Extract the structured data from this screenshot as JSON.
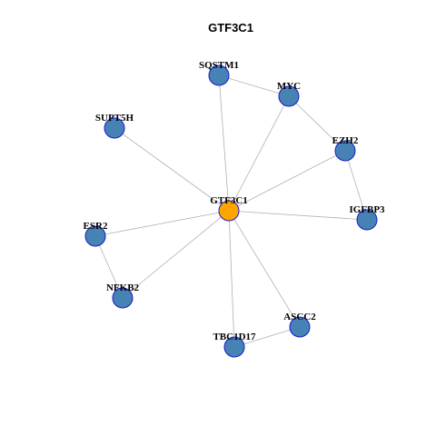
{
  "title": "GTF3C1",
  "colors": {
    "center_node": "#ffa500",
    "node": "#4682b4",
    "node_border": "#1a1acc",
    "edge": "#b0b0b0"
  },
  "nodes": [
    {
      "id": "GTF3C1",
      "label": "GTF3C1",
      "role": "center"
    },
    {
      "id": "SQSTM1",
      "label": "SQSTM1",
      "role": "neighbor"
    },
    {
      "id": "MYC",
      "label": "MYC",
      "role": "neighbor"
    },
    {
      "id": "SUPT5H",
      "label": "SUPT5H",
      "role": "neighbor"
    },
    {
      "id": "EZH2",
      "label": "EZH2",
      "role": "neighbor"
    },
    {
      "id": "IGFBP3",
      "label": "IGFBP3",
      "role": "neighbor"
    },
    {
      "id": "ESR2",
      "label": "ESR2",
      "role": "neighbor"
    },
    {
      "id": "NFKB2",
      "label": "NFKB2",
      "role": "neighbor"
    },
    {
      "id": "ASCC2",
      "label": "ASCC2",
      "role": "neighbor"
    },
    {
      "id": "TBC1D17",
      "label": "TBC1D17",
      "role": "neighbor"
    }
  ],
  "edges": [
    [
      "GTF3C1",
      "SQSTM1"
    ],
    [
      "GTF3C1",
      "MYC"
    ],
    [
      "GTF3C1",
      "SUPT5H"
    ],
    [
      "GTF3C1",
      "EZH2"
    ],
    [
      "GTF3C1",
      "IGFBP3"
    ],
    [
      "GTF3C1",
      "ESR2"
    ],
    [
      "GTF3C1",
      "NFKB2"
    ],
    [
      "GTF3C1",
      "ASCC2"
    ],
    [
      "GTF3C1",
      "TBC1D17"
    ],
    [
      "SQSTM1",
      "MYC"
    ],
    [
      "MYC",
      "EZH2"
    ],
    [
      "EZH2",
      "IGFBP3"
    ],
    [
      "ESR2",
      "NFKB2"
    ],
    [
      "ASCC2",
      "TBC1D17"
    ]
  ]
}
